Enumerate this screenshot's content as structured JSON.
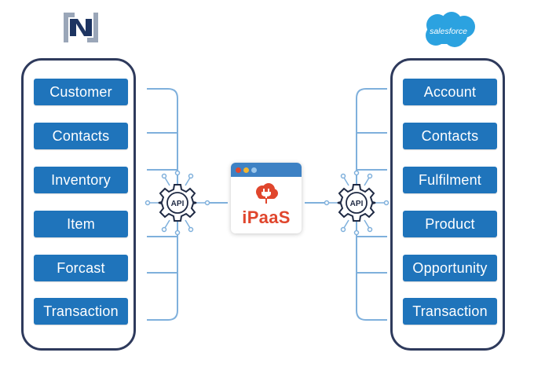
{
  "left_system": {
    "items": [
      "Customer",
      "Contacts",
      "Inventory",
      "Item",
      "Forcast",
      "Transaction"
    ]
  },
  "right_system": {
    "logo_text": "salesforce",
    "items": [
      "Account",
      "Contacts",
      "Fulfilment",
      "Product",
      "Opportunity",
      "Transaction"
    ]
  },
  "connectors": {
    "left_gear_label": "API",
    "right_gear_label": "API"
  },
  "ipaas": {
    "label": "iPaaS"
  },
  "colors": {
    "item_fill": "#1f74bb",
    "panel_border": "#2e3a5c",
    "line": "#7fb0dc",
    "ipaas_accent": "#e0462d",
    "titlebar": "#3d81c4",
    "salesforce_cloud": "#2ba2e0",
    "netsuite_navy": "#1d3461"
  },
  "icons": [
    "netsuite-logo",
    "salesforce-cloud-logo",
    "api-gear-icon",
    "cloud-plug-icon",
    "window-dots"
  ]
}
